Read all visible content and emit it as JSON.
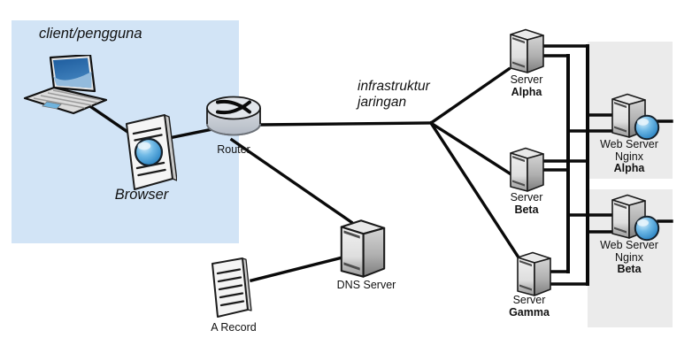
{
  "client_region": {
    "label": "client/pengguna"
  },
  "network_label": {
    "line1": "infrastruktur",
    "line2": "jaringan"
  },
  "nodes": {
    "browser": {
      "label": "Browser"
    },
    "router": {
      "label": "Router"
    },
    "dns_server": {
      "label": "DNS Server"
    },
    "a_record": {
      "label": "A Record"
    },
    "server_alpha": {
      "line1": "Server",
      "line2": "Alpha"
    },
    "server_beta": {
      "line1": "Server",
      "line2": "Beta"
    },
    "server_gamma": {
      "line1": "Server",
      "line2": "Gamma"
    },
    "web_server_nginx_alpha": {
      "line1": "Web Server",
      "line2": "Nginx",
      "line3": "Alpha"
    },
    "web_server_nginx_beta": {
      "line1": "Web Server",
      "line2": "Nginx",
      "line3": "Beta"
    }
  },
  "colors": {
    "client_region_bg": "#d2e4f6",
    "web_region_bg": "#ebebeb",
    "connector": "#0a0a0a",
    "globe_blue": "#3e9ad2"
  }
}
